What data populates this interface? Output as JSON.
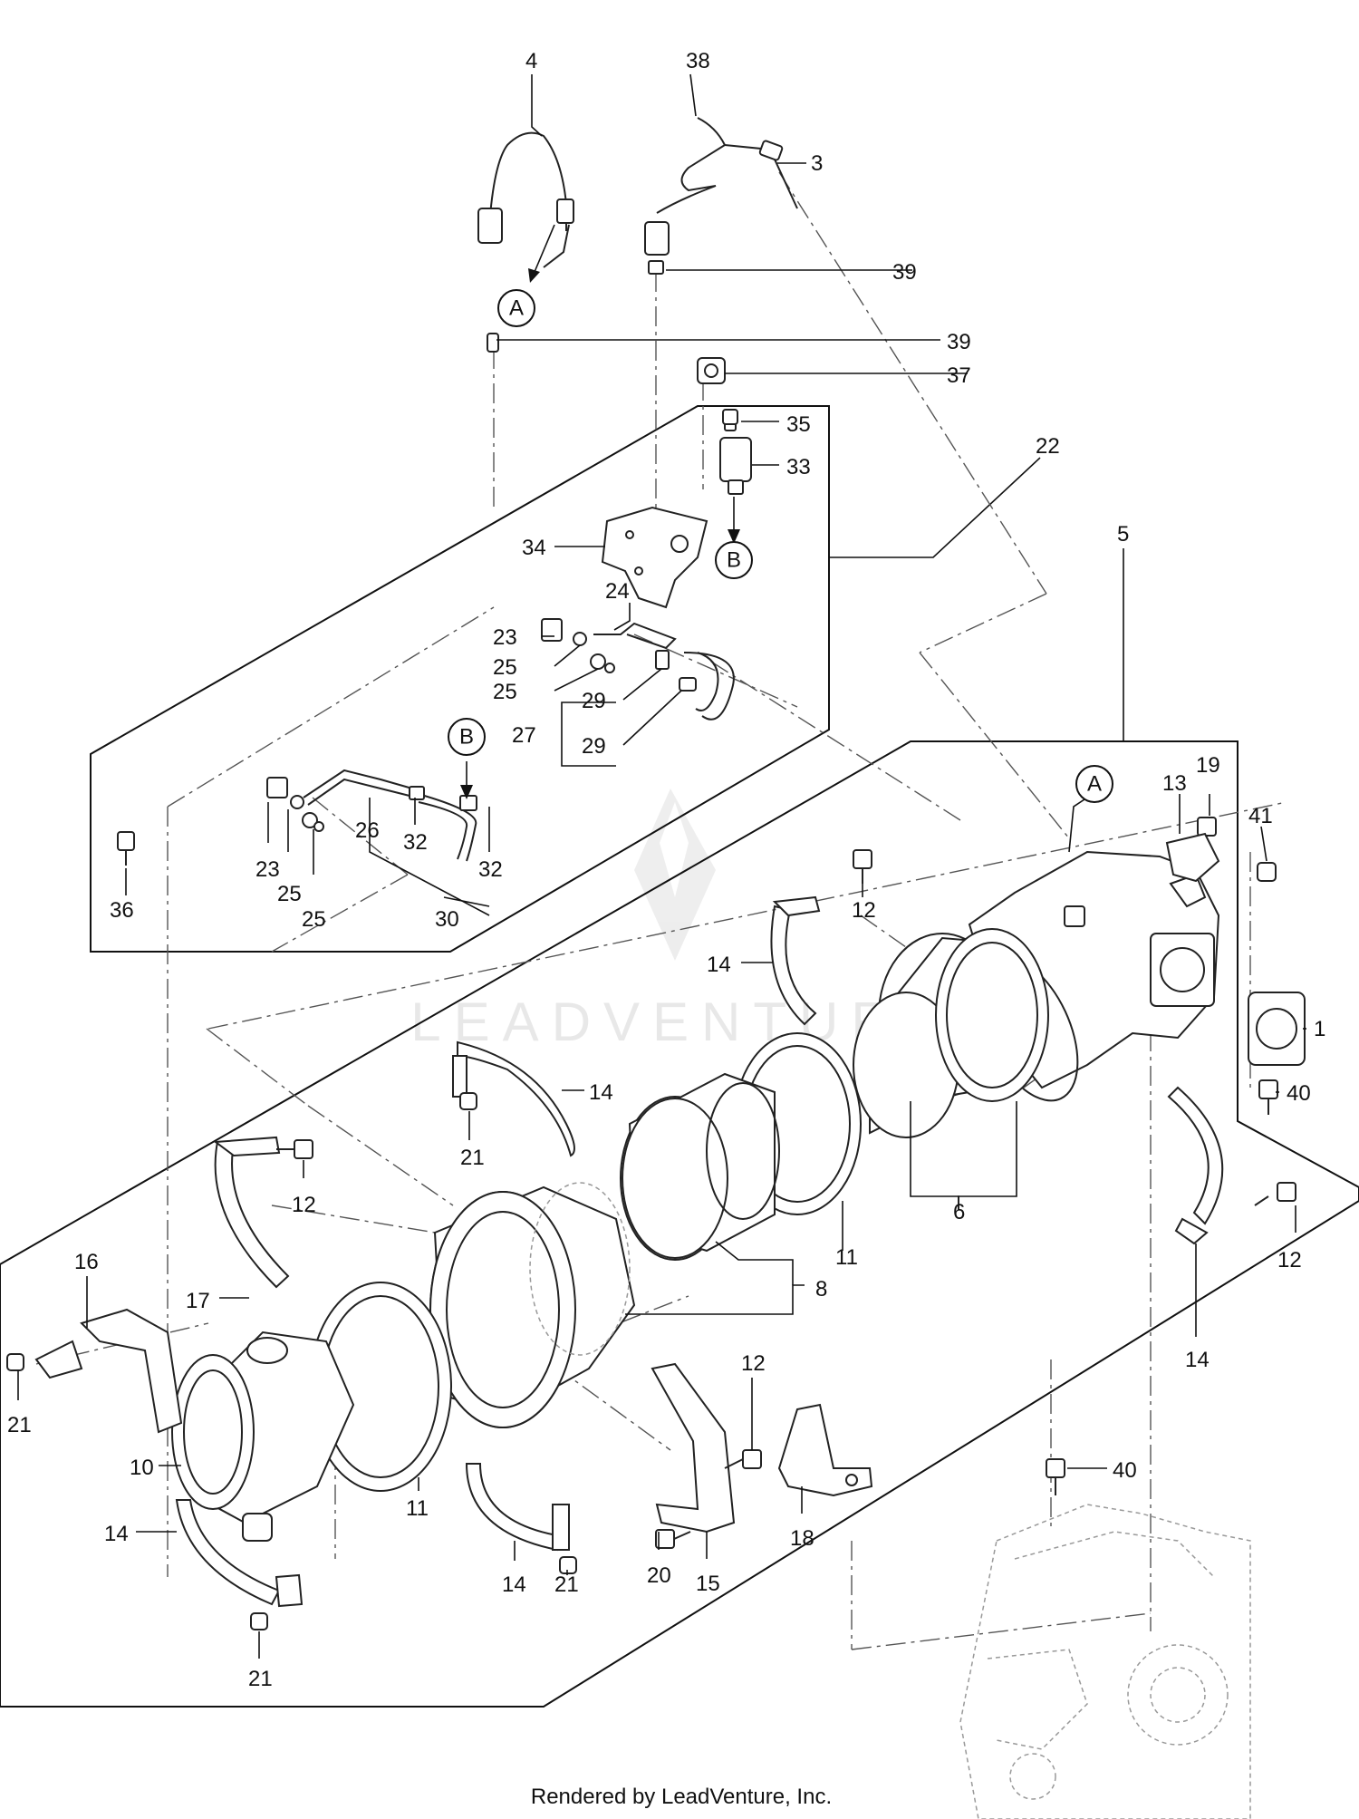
{
  "footer": "Rendered by LeadVenture, Inc.",
  "watermark": "LEADVENTURE",
  "callouts": {
    "A_top": "A",
    "A_right": "A",
    "B_upper": "B",
    "B_lower": "B"
  },
  "labels": [
    {
      "id": "lbl-4",
      "text": "4"
    },
    {
      "id": "lbl-38",
      "text": "38"
    },
    {
      "id": "lbl-3",
      "text": "3"
    },
    {
      "id": "lbl-39a",
      "text": "39"
    },
    {
      "id": "lbl-39b",
      "text": "39"
    },
    {
      "id": "lbl-37",
      "text": "37"
    },
    {
      "id": "lbl-35",
      "text": "35"
    },
    {
      "id": "lbl-33",
      "text": "33"
    },
    {
      "id": "lbl-22",
      "text": "22"
    },
    {
      "id": "lbl-34",
      "text": "34"
    },
    {
      "id": "lbl-24",
      "text": "24"
    },
    {
      "id": "lbl-23a",
      "text": "23"
    },
    {
      "id": "lbl-25a",
      "text": "25"
    },
    {
      "id": "lbl-25b",
      "text": "25"
    },
    {
      "id": "lbl-29a",
      "text": "29"
    },
    {
      "id": "lbl-27",
      "text": "27"
    },
    {
      "id": "lbl-29b",
      "text": "29"
    },
    {
      "id": "lbl-5",
      "text": "5"
    },
    {
      "id": "lbl-26",
      "text": "26"
    },
    {
      "id": "lbl-32a",
      "text": "32"
    },
    {
      "id": "lbl-32b",
      "text": "32"
    },
    {
      "id": "lbl-23b",
      "text": "23"
    },
    {
      "id": "lbl-25c",
      "text": "25"
    },
    {
      "id": "lbl-25d",
      "text": "25"
    },
    {
      "id": "lbl-30",
      "text": "30"
    },
    {
      "id": "lbl-36",
      "text": "36"
    },
    {
      "id": "lbl-13",
      "text": "13"
    },
    {
      "id": "lbl-19",
      "text": "19"
    },
    {
      "id": "lbl-41",
      "text": "41"
    },
    {
      "id": "lbl-12a",
      "text": "12"
    },
    {
      "id": "lbl-14a",
      "text": "14"
    },
    {
      "id": "lbl-1",
      "text": "1"
    },
    {
      "id": "lbl-40a",
      "text": "40"
    },
    {
      "id": "lbl-14b",
      "text": "14"
    },
    {
      "id": "lbl-21a",
      "text": "21"
    },
    {
      "id": "lbl-12b",
      "text": "12"
    },
    {
      "id": "lbl-6",
      "text": "6"
    },
    {
      "id": "lbl-11a",
      "text": "11"
    },
    {
      "id": "lbl-8",
      "text": "8"
    },
    {
      "id": "lbl-12c",
      "text": "12"
    },
    {
      "id": "lbl-14c",
      "text": "14"
    },
    {
      "id": "lbl-16",
      "text": "16"
    },
    {
      "id": "lbl-17",
      "text": "17"
    },
    {
      "id": "lbl-21b",
      "text": "21"
    },
    {
      "id": "lbl-10",
      "text": "10"
    },
    {
      "id": "lbl-11b",
      "text": "11"
    },
    {
      "id": "lbl-12d",
      "text": "12"
    },
    {
      "id": "lbl-40b",
      "text": "40"
    },
    {
      "id": "lbl-14d",
      "text": "14"
    },
    {
      "id": "lbl-18",
      "text": "18"
    },
    {
      "id": "lbl-20",
      "text": "20"
    },
    {
      "id": "lbl-15",
      "text": "15"
    },
    {
      "id": "lbl-14e",
      "text": "14"
    },
    {
      "id": "lbl-21c",
      "text": "21"
    },
    {
      "id": "lbl-21d",
      "text": "21"
    }
  ]
}
